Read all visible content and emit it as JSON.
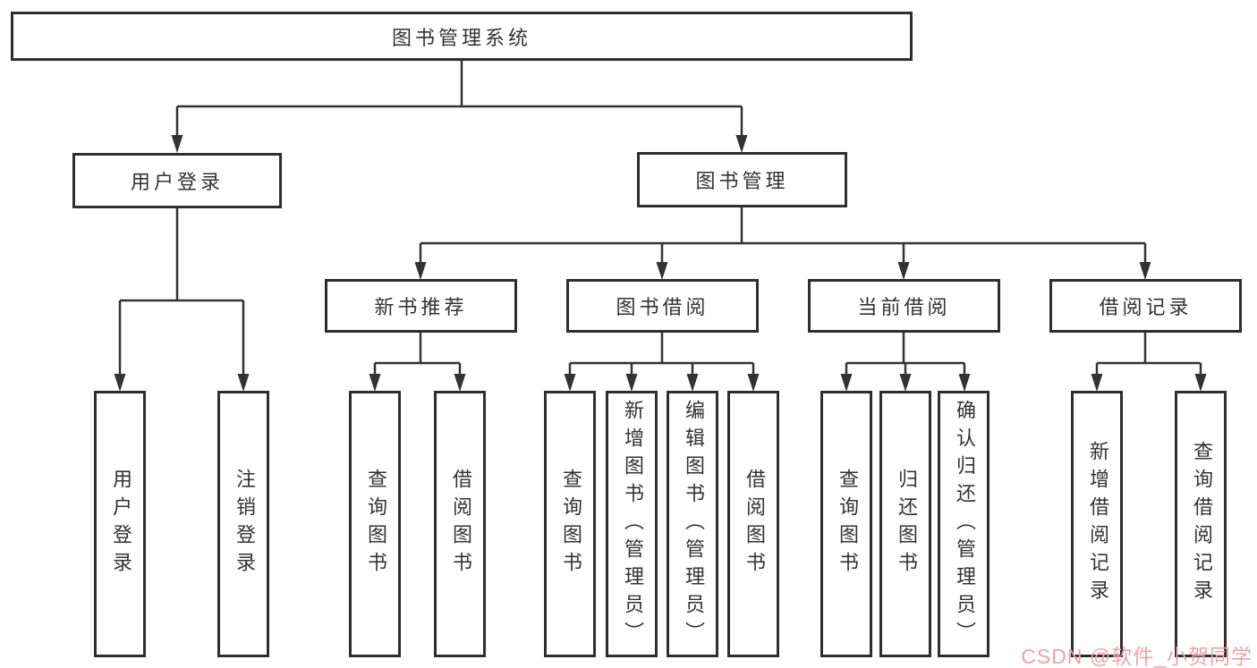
{
  "colors": {
    "background": "#ffffff",
    "line": "#333333",
    "box_border": "#2e2e2e",
    "text": "#333333",
    "watermark": "#efa1ab"
  },
  "tree": {
    "root": {
      "label": "图书管理系统"
    },
    "branches": [
      {
        "label": "用户登录",
        "children": [
          {
            "label": "用户登录"
          },
          {
            "label": "注销登录"
          }
        ]
      },
      {
        "label": "图书管理",
        "children": [
          {
            "label": "新书推荐",
            "children": [
              {
                "label": "查询图书"
              },
              {
                "label": "借阅图书"
              }
            ]
          },
          {
            "label": "图书借阅",
            "children": [
              {
                "label": "查询图书"
              },
              {
                "label": "新增图书（管理员）"
              },
              {
                "label": "编辑图书（管理员）"
              },
              {
                "label": "借阅图书"
              }
            ]
          },
          {
            "label": "当前借阅",
            "children": [
              {
                "label": "查询图书"
              },
              {
                "label": "归还图书"
              },
              {
                "label": "确认归还（管理员）"
              }
            ]
          },
          {
            "label": "借阅记录",
            "children": [
              {
                "label": "新增借阅记录"
              },
              {
                "label": "查询借阅记录"
              }
            ]
          }
        ]
      }
    ]
  },
  "watermark": {
    "text": "CSDN @软件_小贺同学"
  }
}
